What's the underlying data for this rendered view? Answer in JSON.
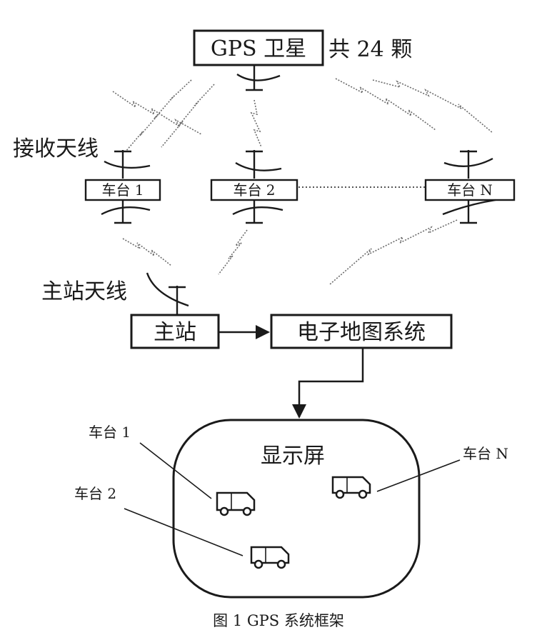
{
  "satellite": {
    "label": "GPS 卫星",
    "count_note": "共 24 颗"
  },
  "labels": {
    "receive_antenna": "接收天线",
    "master_antenna": "主站天线"
  },
  "vehicles": {
    "v1": "车台 1",
    "v2": "车台 2",
    "vn": "车台 N"
  },
  "master_station": "主站",
  "map_system": "电子地图系统",
  "display": {
    "title": "显示屏",
    "v1": "车台 1",
    "v2": "车台 2",
    "vn": "车台 N"
  },
  "caption": "图 1 GPS 系统框架"
}
